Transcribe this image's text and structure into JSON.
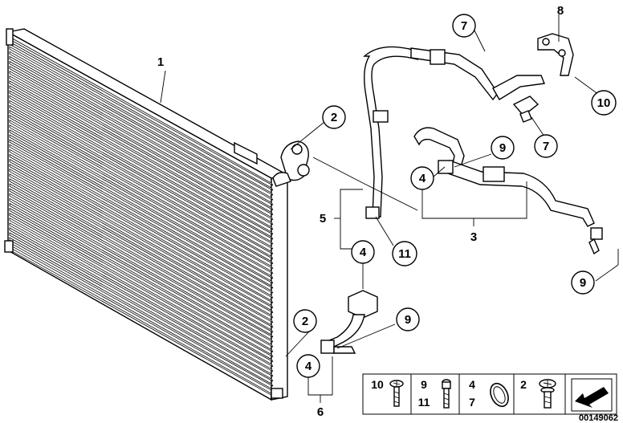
{
  "diagram": {
    "document_number": "00149062",
    "callouts": [
      {
        "key": "c1",
        "label": "1"
      },
      {
        "key": "c2a",
        "label": "2"
      },
      {
        "key": "c2b",
        "label": "2"
      },
      {
        "key": "c3",
        "label": "3"
      },
      {
        "key": "c4a",
        "label": "4"
      },
      {
        "key": "c4b",
        "label": "4"
      },
      {
        "key": "c4c",
        "label": "4"
      },
      {
        "key": "c5",
        "label": "5"
      },
      {
        "key": "c6",
        "label": "6"
      },
      {
        "key": "c7a",
        "label": "7"
      },
      {
        "key": "c7b",
        "label": "7"
      },
      {
        "key": "c8",
        "label": "8"
      },
      {
        "key": "c9a",
        "label": "9"
      },
      {
        "key": "c9b",
        "label": "9"
      },
      {
        "key": "c9c",
        "label": "9"
      },
      {
        "key": "c10",
        "label": "10"
      },
      {
        "key": "c11",
        "label": "11"
      }
    ],
    "legend": [
      {
        "labels": [
          "10"
        ],
        "icon": "screw-icon"
      },
      {
        "labels": [
          "9",
          "11"
        ],
        "icon": "bolt-icon"
      },
      {
        "labels": [
          "4",
          "7"
        ],
        "icon": "seal-ring-icon"
      },
      {
        "labels": [
          "2"
        ],
        "icon": "collar-screw-icon"
      }
    ],
    "nav_icon": "arrow-icon"
  }
}
